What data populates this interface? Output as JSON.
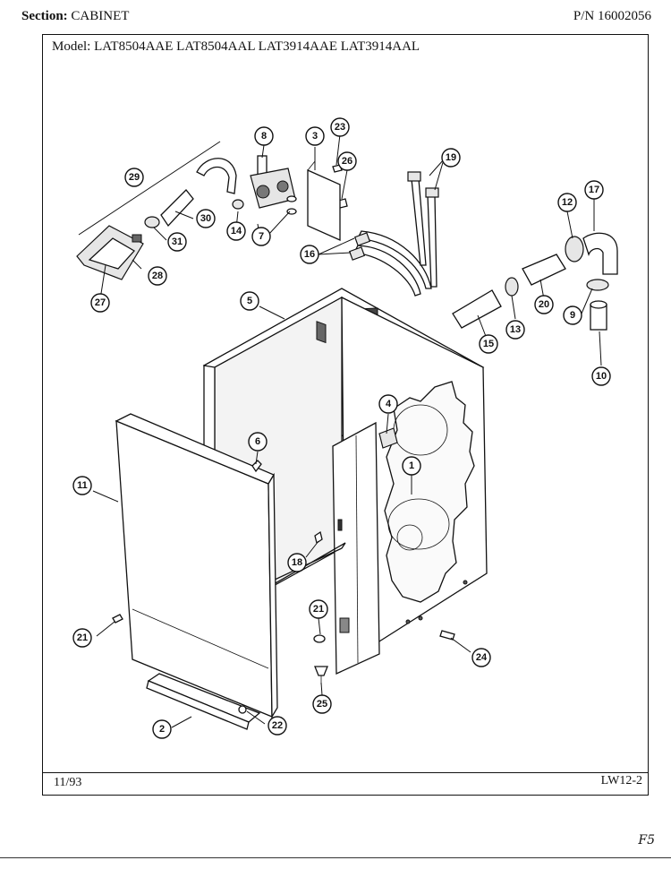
{
  "header": {
    "section_label": "Section:",
    "section_value": "CABINET",
    "part_number": "P/N 16002056"
  },
  "model_line": "Model:  LAT8504AAE  LAT8504AAL  LAT3914AAE  LAT3914AAL",
  "footer": {
    "date": "11/93",
    "page_id": "LW12-2",
    "corner_mark": "F5"
  },
  "callouts": {
    "c1": "1",
    "c2": "2",
    "c3": "3",
    "c4": "4",
    "c5": "5",
    "c6": "6",
    "c7": "7",
    "c8": "8",
    "c9": "9",
    "c10": "10",
    "c11": "11",
    "c12": "12",
    "c13": "13",
    "c14": "14",
    "c15": "15",
    "c16": "16",
    "c17": "17",
    "c18": "18",
    "c19": "19",
    "c20": "20",
    "c21a": "21",
    "c21b": "21",
    "c22": "22",
    "c23": "23",
    "c24": "24",
    "c25": "25",
    "c26": "26",
    "c27": "27",
    "c28": "28",
    "c29": "29",
    "c30": "30",
    "c31": "31"
  }
}
